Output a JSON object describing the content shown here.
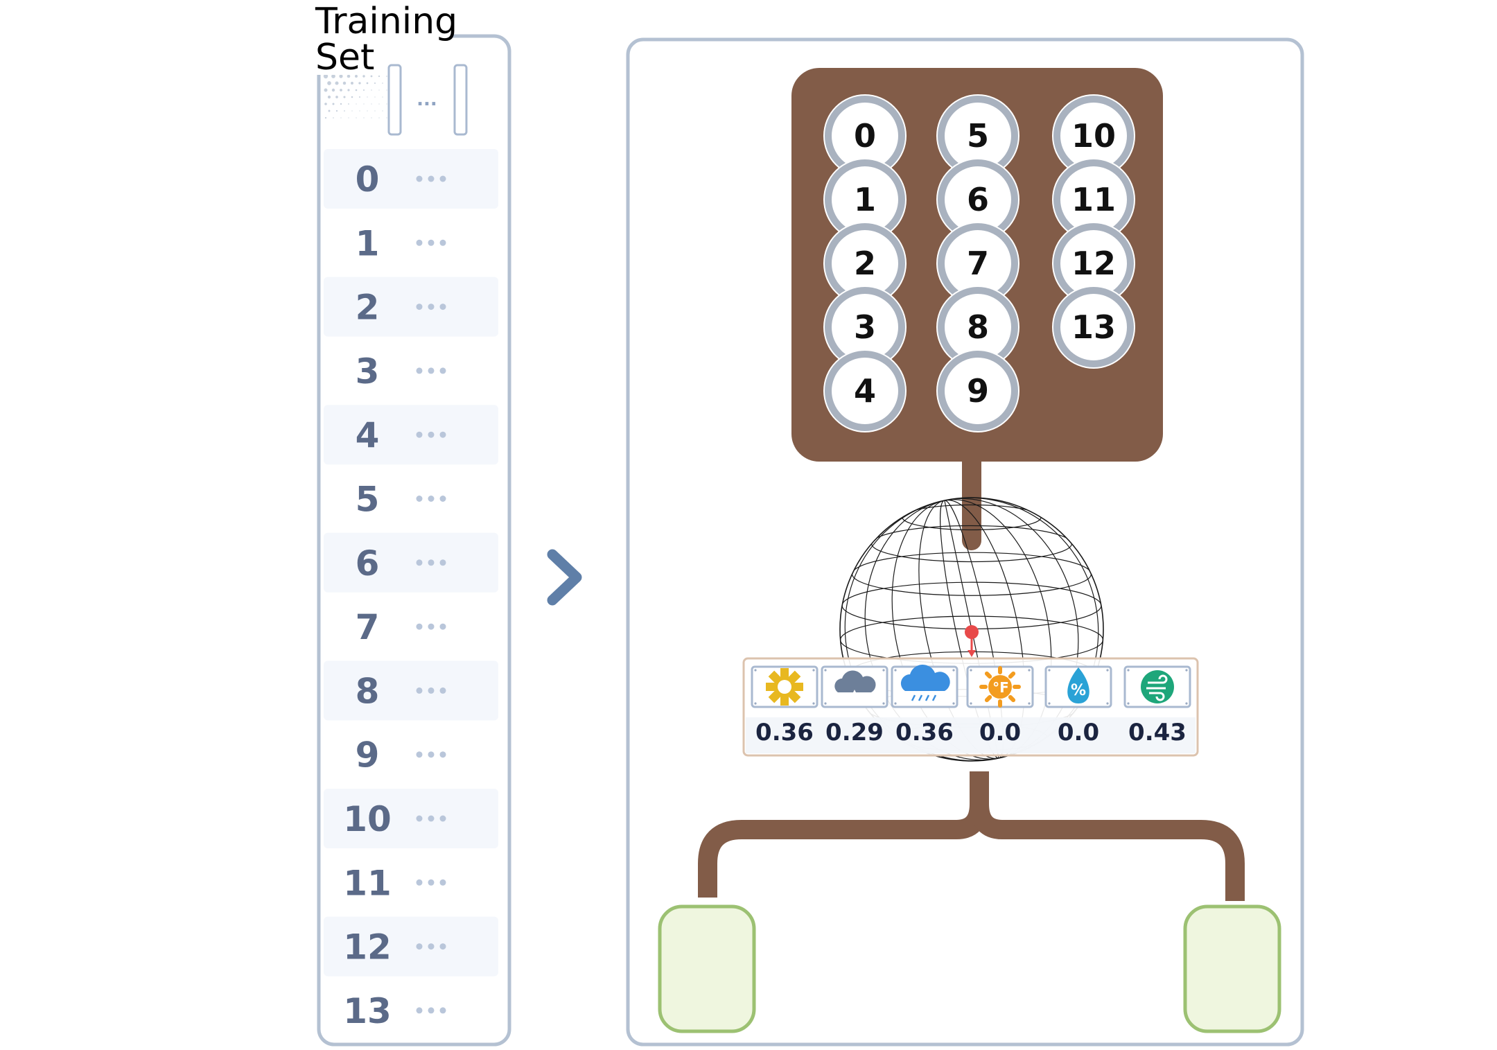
{
  "training_set": {
    "title_line1": "Training",
    "title_line2": "Set",
    "header_ellipsis": "...",
    "rows": [
      {
        "label": "0"
      },
      {
        "label": "1"
      },
      {
        "label": "2"
      },
      {
        "label": "3"
      },
      {
        "label": "4"
      },
      {
        "label": "5"
      },
      {
        "label": "6"
      },
      {
        "label": "7"
      },
      {
        "label": "8"
      },
      {
        "label": "9"
      },
      {
        "label": "10"
      },
      {
        "label": "11"
      },
      {
        "label": "12"
      },
      {
        "label": "13"
      }
    ]
  },
  "bag": {
    "samples": [
      "0",
      "1",
      "2",
      "3",
      "4",
      "5",
      "6",
      "7",
      "8",
      "9",
      "10",
      "11",
      "12",
      "13"
    ]
  },
  "features": [
    {
      "icon": "sun-icon",
      "value": "0.36",
      "color": "#e8b820"
    },
    {
      "icon": "cloud-rain-icon",
      "value": "0.29",
      "color": "#6d7f99"
    },
    {
      "icon": "cloud-storm-icon",
      "value": "0.36",
      "color": "#3b8fe0"
    },
    {
      "icon": "temperature-f-icon",
      "value": "0.0",
      "color": "#f39c1f"
    },
    {
      "icon": "humidity-drop-icon",
      "value": "0.0",
      "color": "#2aa2d6"
    },
    {
      "icon": "wind-icon",
      "value": "0.43",
      "color": "#1ea67a"
    }
  ],
  "colors": {
    "frame": "#b4c1d2",
    "brown": "#825c48",
    "leaf_fill": "#eff6df",
    "leaf_stroke": "#9cc172",
    "row_stripe": "#f4f7fc",
    "arrow": "#5f7fa8",
    "pin": "#e84a4a"
  }
}
